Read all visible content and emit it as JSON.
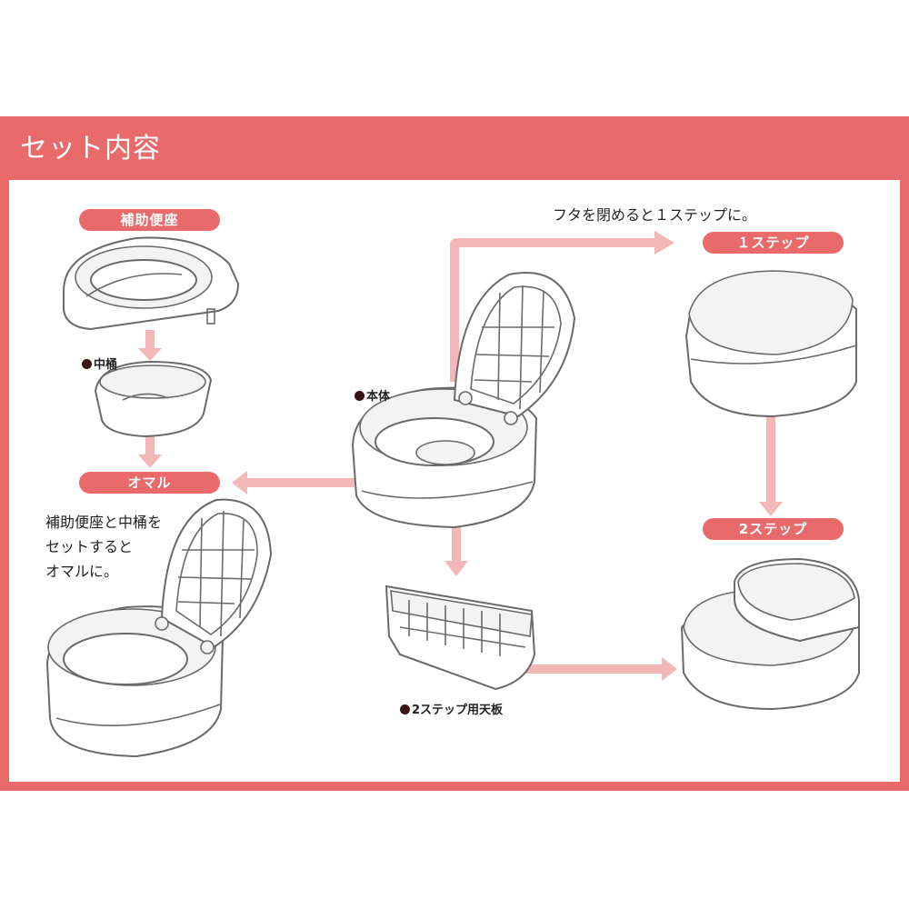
{
  "header": {
    "title": "セット内容"
  },
  "labels": {
    "hojo_benza": "補助便座",
    "naka_oke": "中桶",
    "omaru": "オマル",
    "hontai": "本体",
    "one_step": "１ステップ",
    "two_step": "2ステップ",
    "two_step_board": "2ステップ用天板"
  },
  "notes": {
    "omaru_line1": "補助便座と中桶を",
    "omaru_line2": "セットすると",
    "omaru_line3": "オマルに。",
    "close_lid": "フタを閉めると１ステップに。"
  },
  "colors": {
    "accent": "#e96a6b",
    "arrow": "#f4b7b8",
    "outline": "#6b6a6a",
    "dot": "#3a1414"
  }
}
